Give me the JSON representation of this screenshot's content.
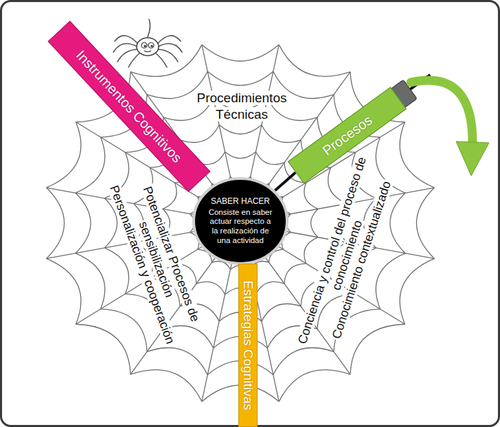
{
  "diagram": {
    "nodes": [
      {
        "text": [
          "Instrumentos Cognitivos"
        ]
      },
      {
        "text": [
          "Procesos"
        ]
      },
      {
        "text": [
          "SABER HACER",
          "Consiste en saber actuar respecto a la realización de una actividad"
        ]
      },
      {
        "text": [
          "Estrategias Cognitivas"
        ]
      }
    ],
    "edges": [
      {
        "from": 2,
        "to": 1,
        "arrow": "none"
      }
    ],
    "labels": [
      "Procedimientos",
      "Técnicas",
      "Potencializar Procesos de sensibilización",
      "Personalización y cooperación",
      "Conciencia y control del proceso de conocimiento",
      "Conocimiento contextualizado"
    ]
  }
}
